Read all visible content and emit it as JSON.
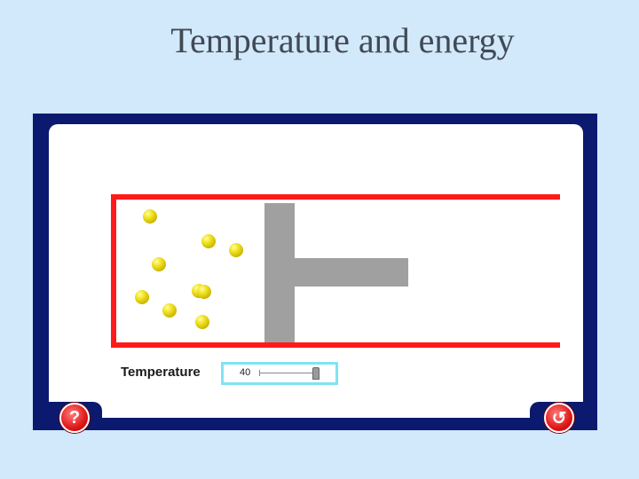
{
  "slide": {
    "title": "Temperature and energy"
  },
  "simulation": {
    "temperature_label": "Temperature",
    "temperature_value": "40",
    "temperature_slider_fraction": 1.0,
    "particle_count": 9,
    "colors": {
      "background": "#d2e8fb",
      "frame": "#0b1a6e",
      "cylinder": "#ff1a1a",
      "piston": "#a0a0a0",
      "particle": "#e6d51a",
      "control_border": "#7fe3f5",
      "button": "#e01818"
    }
  },
  "buttons": {
    "help_icon": "question-mark-icon",
    "help_glyph": "?",
    "reset_icon": "reset-arrow-icon",
    "reset_glyph": "↺"
  }
}
